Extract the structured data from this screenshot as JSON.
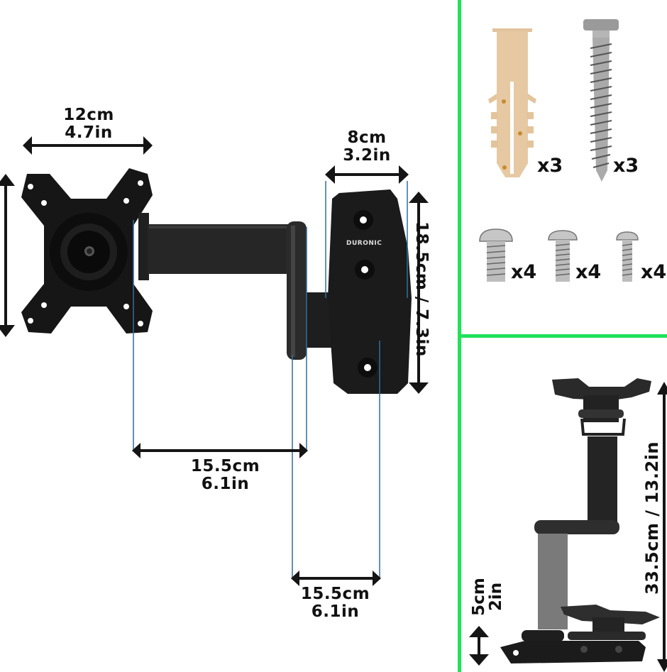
{
  "main_view": {
    "vesa_width": {
      "cm": "12cm",
      "in": "4.7in"
    },
    "wall_plate_width": {
      "cm": "8cm",
      "in": "3.2in"
    },
    "wall_plate_height": "18.5cm / 7.3in",
    "arm1_length": {
      "cm": "15.5cm",
      "in": "6.1in"
    },
    "arm2_length": {
      "cm": "15.5cm",
      "in": "6.1in"
    },
    "brand_logo": "DURONIC"
  },
  "accessories": {
    "items": [
      {
        "name": "wall-plug",
        "qty": "x3"
      },
      {
        "name": "wood-screw",
        "qty": "x3"
      },
      {
        "name": "machine-screw-large",
        "qty": "x4"
      },
      {
        "name": "machine-screw-medium",
        "qty": "x4"
      },
      {
        "name": "machine-screw-small",
        "qty": "x4"
      }
    ]
  },
  "folded_view": {
    "depth": {
      "cm": "5cm",
      "in": "2in"
    },
    "extension": "33.5cm / 13.2in"
  },
  "colors": {
    "divider": "#1ee35a",
    "mount": "#1c1c1c",
    "guide_line": "#2f6f9c",
    "plug": "#e6c9a3"
  }
}
